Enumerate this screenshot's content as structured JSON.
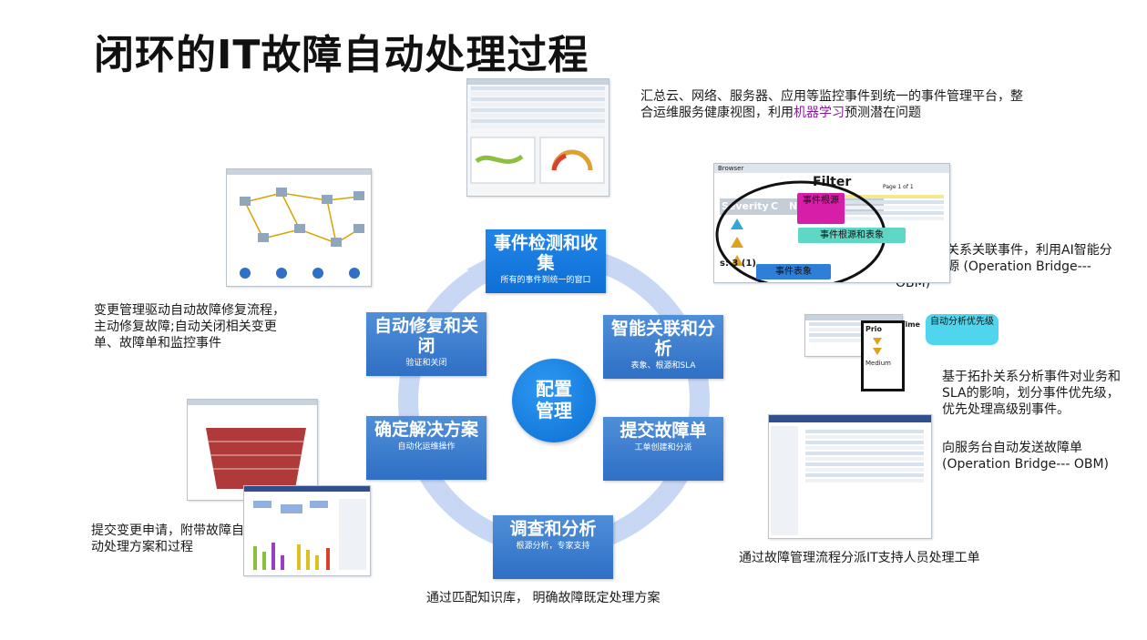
{
  "title": "闭环的IT故障自动处理过程",
  "center": [
    "配置",
    "管理"
  ],
  "steps": [
    {
      "id": "detect",
      "title": "事件检测和收集",
      "sub": "所有的事件到统一的窗口"
    },
    {
      "id": "correlate",
      "title": "智能关联和分析",
      "sub": "表象、根源和SLA"
    },
    {
      "id": "ticket",
      "title": "提交故障单",
      "sub": "工单创建和分派"
    },
    {
      "id": "investigate",
      "title": "调查和分析",
      "sub": "根源分析，专家支持"
    },
    {
      "id": "resolve",
      "title": "确定解决方案",
      "sub": "自动化运维操作"
    },
    {
      "id": "repair",
      "title": "自动修复和关闭",
      "sub": "验证和关闭"
    }
  ],
  "notes": {
    "top_right_a": "汇总云、网络、服务器、应用等监控事件到统一的事件管理平台，整合运维服务健康视图，利用",
    "top_right_hl": "机器学习",
    "top_right_b": "预测潜在问题",
    "root_cause": "基于配置关系关联事件，利用AI智能分析故障根源 (Operation Bridge---OBM)",
    "topology_1": "基于拓扑关系分析事件对业务和SLA的影响，划分事件优先级，优先处理高级别事件。",
    "topology_2": "向服务台自动发送故障单(Operation Bridge--- OBM)",
    "dispatch": "通过故障管理流程分派IT支持人员处理工单",
    "knowledge": "通过匹配知识库， 明确故障既定处理方案",
    "change": "提交变更申请，附带故障自动处理方案和过程",
    "auto_repair": "变更管理驱动自动故障修复流程，主动修复故障;自动关闭相关变更单、故障单和监控事件"
  },
  "callouts": {
    "root_event": "事件根源",
    "root_and_symptom": "事件根源和表象",
    "symptom": "事件表象",
    "auto_priority": "自动分析优先级"
  },
  "screens": {
    "browser_header": "Browser",
    "filter": "Filter",
    "severity": "Severity",
    "col_c": "C",
    "col_n": "N",
    "page": "Page 1 of 1",
    "count": "s: 3 (1)",
    "prio": "Prio",
    "time": "Time",
    "medium": "Medium"
  },
  "colors": {
    "accent": "#1f86e8",
    "ring": "#c8d7f4",
    "highlight": "#8a1d9a",
    "callout_pink": "#d61ea8",
    "callout_teal": "#5fd6c6",
    "callout_cyan": "#4fd6ee"
  }
}
